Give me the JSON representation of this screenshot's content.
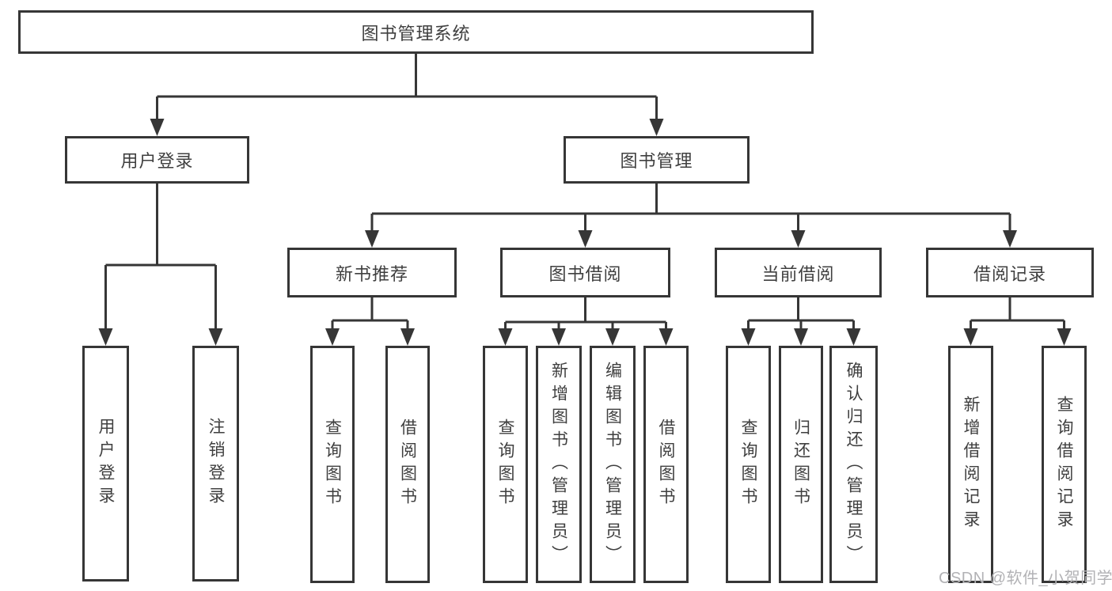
{
  "nodes": {
    "root": {
      "label": "图书管理系统"
    },
    "user_login": {
      "label": "用户登录"
    },
    "book_management": {
      "label": "图书管理"
    },
    "user_login_children": [
      {
        "label": "用户登录"
      },
      {
        "label": "注销登录"
      }
    ],
    "book_management_children": [
      {
        "label": "新书推荐"
      },
      {
        "label": "图书借阅"
      },
      {
        "label": "当前借阅"
      },
      {
        "label": "借阅记录"
      }
    ],
    "new_book_children": [
      {
        "label": "查询图书"
      },
      {
        "label": "借阅图书"
      }
    ],
    "book_borrow_children": [
      {
        "label": "查询图书"
      },
      {
        "label": "新增图书（管理员）"
      },
      {
        "label": "编辑图书（管理员）"
      },
      {
        "label": "借阅图书"
      }
    ],
    "current_borrow_children": [
      {
        "label": "查询图书"
      },
      {
        "label": "归还图书"
      },
      {
        "label": "确认归还（管理员）"
      }
    ],
    "borrow_record_children": [
      {
        "label": "新增借阅记录"
      },
      {
        "label": "查询借阅记录"
      }
    ]
  },
  "watermark": "CSDN @软件_小贺同学",
  "colors": {
    "line": "#363636",
    "text": "#3f3f3f",
    "box_background": "#ffffff",
    "watermark": "#b2b2b5",
    "page_background": "#ffffff"
  }
}
